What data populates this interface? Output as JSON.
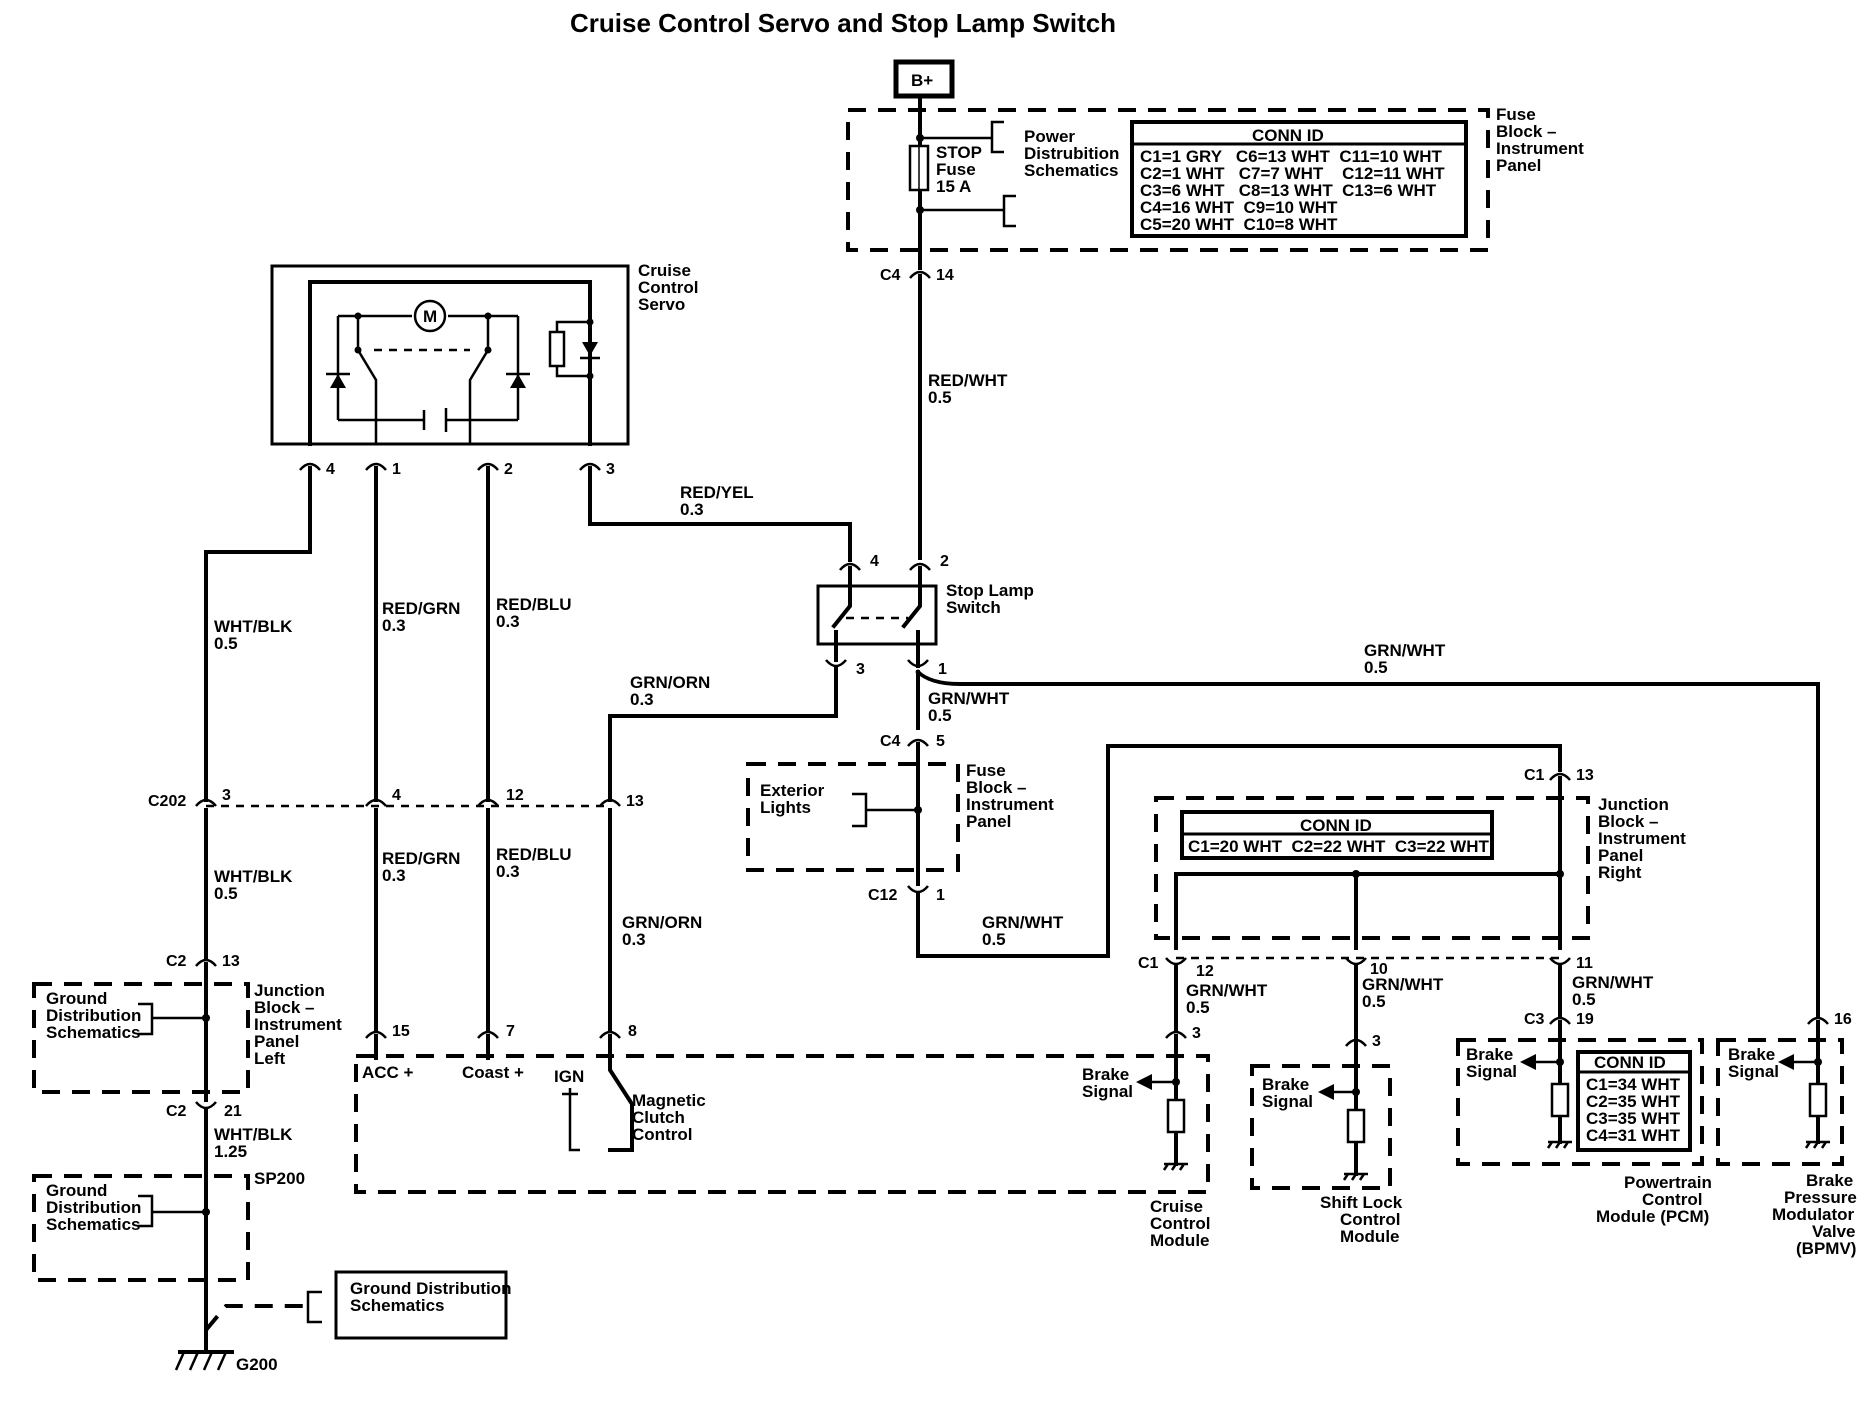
{
  "title": "Cruise Control Servo and Stop Lamp Switch",
  "power": "B+",
  "fuse": {
    "line1": "STOP",
    "line2": "Fuse",
    "line3": "15 A"
  },
  "fuse_block_ip": {
    "line1": "Fuse",
    "line2": "Block –",
    "line3": "Instrument",
    "line4": "Panel"
  },
  "power_dist": {
    "line1": "Power",
    "line2": "Distrubition",
    "line3": "Schematics"
  },
  "conn_fuse_block": {
    "header": "CONN ID",
    "rows": [
      "C1=1 GRY   C6=13 WHT  C11=10 WHT",
      "C2=1 WHT   C7=7 WHT    C12=11 WHT",
      "C3=6 WHT   C8=13 WHT  C13=6 WHT",
      "C4=16 WHT  C9=10 WHT",
      "C5=20 WHT  C10=8 WHT"
    ]
  },
  "servo": {
    "line1": "Cruise",
    "line2": "Control",
    "line3": "Servo",
    "motor": "M"
  },
  "stop_lamp_switch": {
    "line1": "Stop Lamp",
    "line2": "Switch"
  },
  "exterior_lights": {
    "line1": "Exterior",
    "line2": "Lights"
  },
  "fuse_block_ip2": {
    "line1": "Fuse",
    "line2": "Block –",
    "line3": "Instrument",
    "line4": "Panel"
  },
  "jb_right": {
    "line1": "Junction",
    "line2": "Block –",
    "line3": "Instrument",
    "line4": "Panel",
    "line5": "Right"
  },
  "conn_jb_right": {
    "header": "CONN ID",
    "row": "C1=20 WHT  C2=22 WHT  C3=22 WHT"
  },
  "jb_left": {
    "line1": "Junction",
    "line2": "Block –",
    "line3": "Instrument",
    "line4": "Panel",
    "line5": "Left"
  },
  "ground_dist": {
    "line1": "Ground",
    "line2": "Distribution",
    "line3": "Schematics"
  },
  "ground_dist_box": {
    "line1": "Ground Distribution",
    "line2": "Schematics"
  },
  "ground": "G200",
  "splice": "SP200",
  "connectors": {
    "c4": "C4",
    "c202": "C202",
    "c2": "C2",
    "c1": "C1",
    "c12": "C12",
    "c3": "C3"
  },
  "pins": {
    "p14": "14",
    "p4": "4",
    "p1": "1",
    "p2": "2",
    "p3": "3",
    "p5": "5",
    "p12": "12",
    "p13": "13",
    "p15": "15",
    "p7": "7",
    "p8": "8",
    "p21": "21",
    "p10": "10",
    "p11": "11",
    "p19": "19",
    "p16": "16"
  },
  "wires": {
    "red_wht": "RED/WHT",
    "red_yel": "RED/YEL",
    "wht_blk": "WHT/BLK",
    "red_grn": "RED/GRN",
    "red_blu": "RED/BLU",
    "grn_orn": "GRN/ORN",
    "grn_wht": "GRN/WHT",
    "g03": "0.3",
    "g05": "0.5",
    "g125": "1.25"
  },
  "ccm": {
    "acc": "ACC +",
    "coast": "Coast +",
    "ign": "IGN",
    "clutch1": "Magnetic",
    "clutch2": "Clutch",
    "clutch3": "Control",
    "brake1": "Brake",
    "brake2": "Signal",
    "name1": "Cruise",
    "name2": "Control",
    "name3": "Module"
  },
  "slcm": {
    "name1": "Shift Lock",
    "name2": "Control",
    "name3": "Module"
  },
  "pcm": {
    "name1": "Powertrain",
    "name2": "Control",
    "name3": "Module (PCM)",
    "conn_header": "CONN ID",
    "conn_rows": [
      "C1=34 WHT",
      "C2=35 WHT",
      "C3=35 WHT",
      "C4=31 WHT"
    ]
  },
  "bpmv": {
    "name1": "Brake",
    "name2": "Pressure",
    "name3": "Modulator",
    "name4": "Valve",
    "name5": "(BPMV)"
  }
}
